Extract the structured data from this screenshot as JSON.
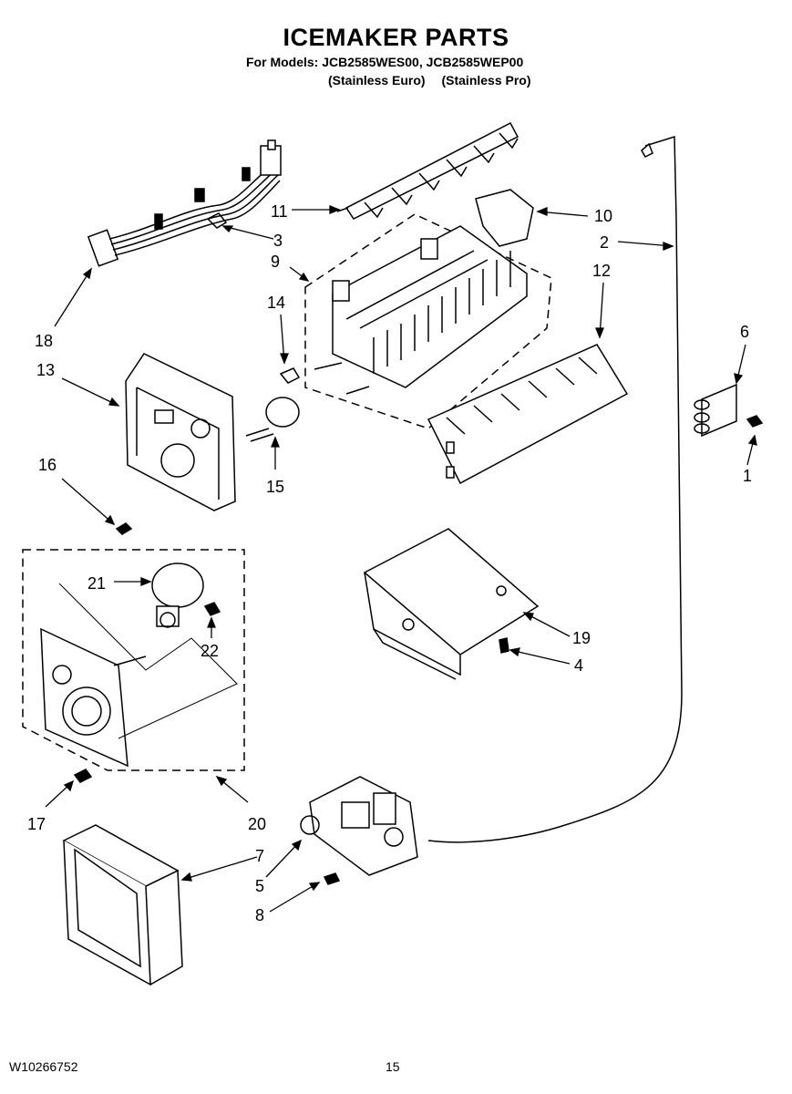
{
  "header": {
    "title": "ICEMAKER PARTS",
    "models_line": "For Models: JCB2585WES00, JCB2585WEP00",
    "variants": [
      "(Stainless Euro)",
      "(Stainless Pro)"
    ]
  },
  "callouts": [
    "11",
    "3",
    "9",
    "10",
    "2",
    "12",
    "14",
    "18",
    "13",
    "6",
    "16",
    "15",
    "1",
    "21",
    "19",
    "4",
    "22",
    "17",
    "20",
    "7",
    "5",
    "8"
  ],
  "footer": {
    "doc_number": "W10266752",
    "page_number": "15"
  }
}
